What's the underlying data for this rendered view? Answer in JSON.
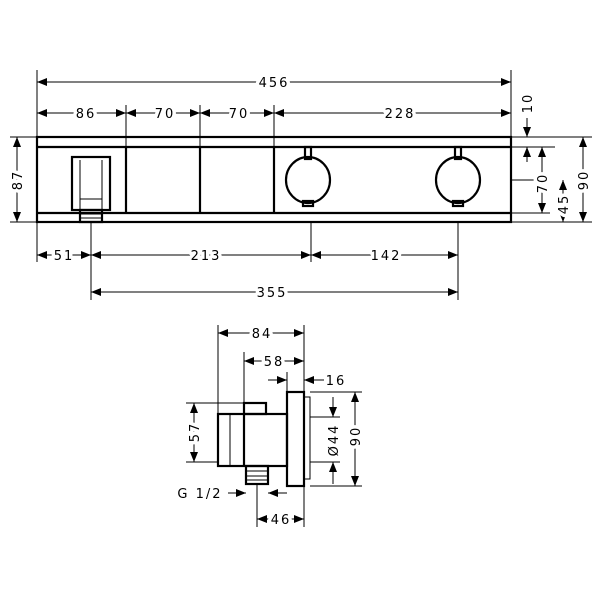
{
  "front_view": {
    "dimensions": {
      "overall_width": "456",
      "segment_1": "86",
      "segment_2": "70",
      "segment_3": "70",
      "segment_4": "228",
      "top_offset": "10",
      "inner_height": "70",
      "knob_height": "45",
      "overall_height_right": "90",
      "overall_height_left": "87",
      "outlet_offset": "51",
      "outlet_to_knob": "213",
      "knob_spacing": "142",
      "outlet_to_second_knob": "355"
    }
  },
  "side_view": {
    "dimensions": {
      "overall_depth": "84",
      "body_depth": "58",
      "plate_depth": "16",
      "body_height": "57",
      "diameter": "Ø44",
      "plate_height": "90",
      "outlet_depth": "46"
    },
    "thread_label": "G 1/2"
  }
}
